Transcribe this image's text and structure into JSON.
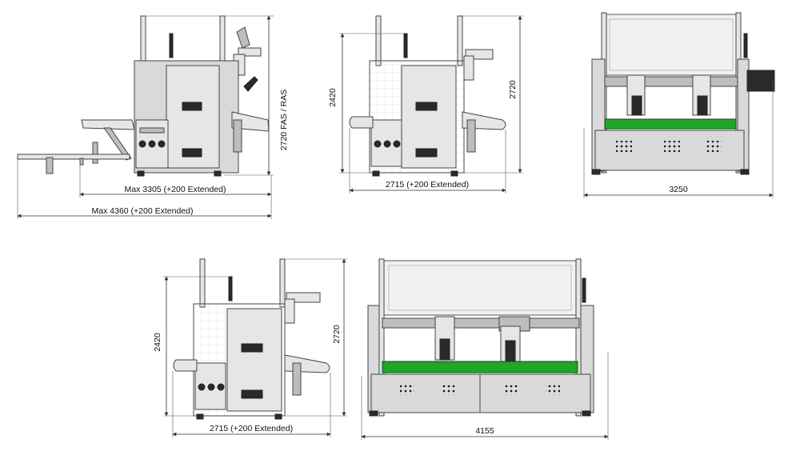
{
  "dimensions": {
    "max_width_1": "Max 3305 (+200 Extended)",
    "max_width_2": "Max 4360 (+200 Extended)",
    "height_fas_ras": "2720 FAS / RAS",
    "side_height_2420_a": "2420",
    "side_height_2720_a": "2720",
    "side_width_a": "2715 (+200 Extended)",
    "front_width_a": "3250",
    "side_height_2420_b": "2420",
    "side_height_2720_b": "2720",
    "side_width_b": "2715 (+200 Extended)",
    "front_width_b": "4155"
  },
  "colors": {
    "frame": "#d9d9d9",
    "belt": "#1ea626",
    "dark": "#2a2a2a"
  }
}
